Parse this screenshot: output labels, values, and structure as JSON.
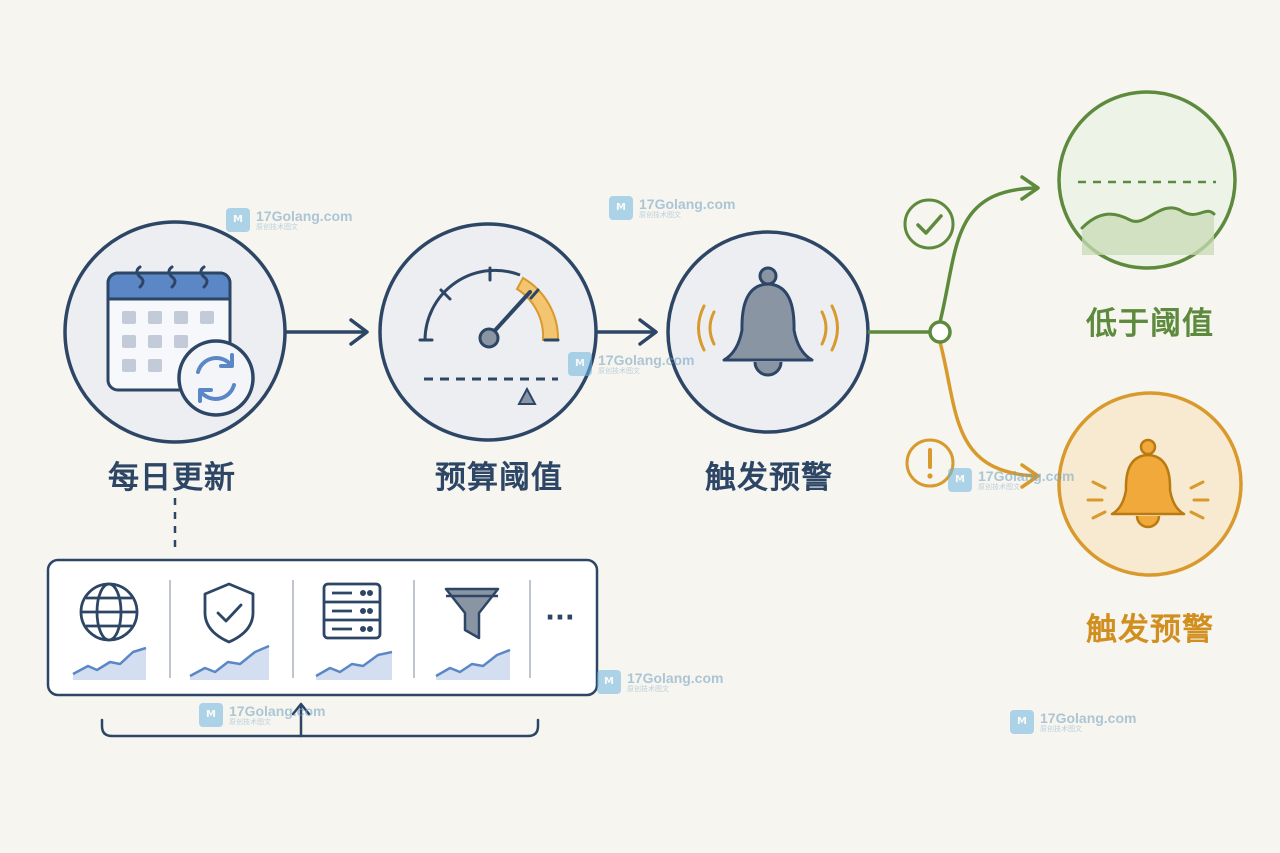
{
  "steps": [
    {
      "label": "每日更新"
    },
    {
      "label": "预算阈值"
    },
    {
      "label": "触发预警"
    }
  ],
  "outcomes": {
    "below": {
      "label": "低于阈值"
    },
    "trigger": {
      "label": "触发预警"
    }
  },
  "sources": {
    "icons": [
      "globe-icon",
      "shield-check-icon",
      "server-icon",
      "filter-icon"
    ],
    "more": "···"
  },
  "watermark": {
    "text": "17Golang.com",
    "sub": "原创技术图文",
    "logo": "M"
  },
  "colors": {
    "navy": "#2e4666",
    "blue": "#5b87c7",
    "green": "#5d8a3c",
    "orange": "#d89a2c",
    "bell": "#8a95a4"
  }
}
